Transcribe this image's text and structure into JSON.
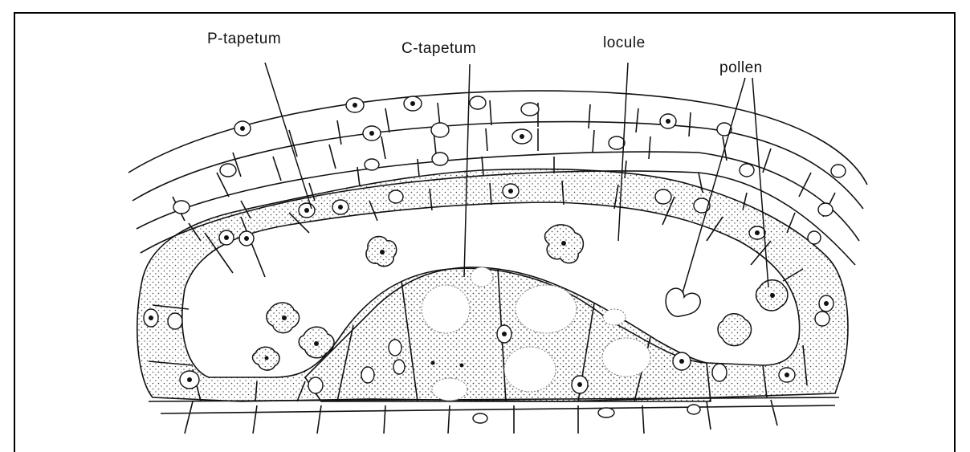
{
  "labels": {
    "p_tapetum": "P-tapetum",
    "c_tapetum": "C-tapetum",
    "locule": "locule",
    "pollen": "pollen"
  },
  "colors": {
    "ink": "#111111",
    "background": "#ffffff",
    "stipple": "#444444"
  }
}
